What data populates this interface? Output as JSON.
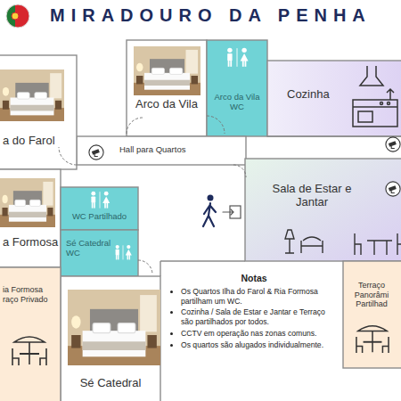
{
  "diagram": {
    "title": "MIRADOURO DA PENHA",
    "nodes": [
      {
        "text": [
          "Arco da Vila"
        ]
      },
      {
        "text": [
          "Arco da Vila WC"
        ]
      },
      {
        "text": [
          "a do Farol"
        ]
      },
      {
        "text": [
          "Hall para Quartos"
        ]
      },
      {
        "text": [
          "Cozinha"
        ]
      },
      {
        "text": [
          "Sala de Estar e Jantar"
        ]
      },
      {
        "text": [
          "a Formosa"
        ]
      },
      {
        "text": [
          "WC Partilhado"
        ]
      },
      {
        "text": [
          "Sé Catedral WC"
        ]
      },
      {
        "text": [
          "ia Formosa raço Privado"
        ]
      },
      {
        "text": [
          "Sé Catedral"
        ]
      },
      {
        "text": [
          "Terraço Panorâmi Partilhad"
        ]
      }
    ],
    "labels": [
      "Notas",
      "Os Quartos Ilha do Farol & Ria Formosa partilham um WC.",
      "Cozinha / Sala de Estar e Jantar e Terraço são partilhados por todos.",
      "CCTV em operação nas zonas comuns.",
      "Os quartos são alugados individualmente."
    ]
  }
}
